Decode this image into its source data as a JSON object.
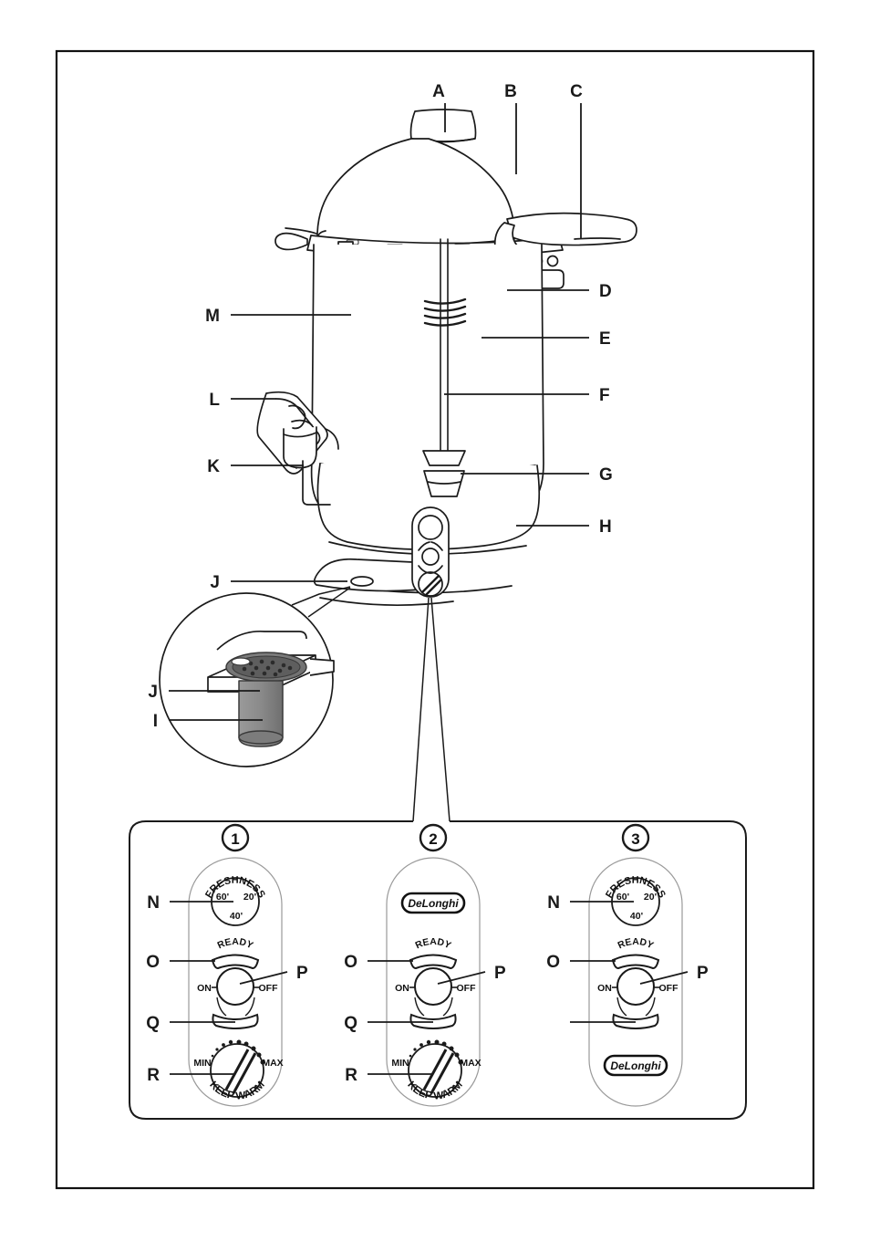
{
  "page": {
    "border": true,
    "background": "#ffffff",
    "ink": "#1a1a1a"
  },
  "appliance_labels": {
    "A": "A",
    "B": "B",
    "C": "C",
    "D": "D",
    "E": "E",
    "F": "F",
    "G": "G",
    "H": "H",
    "I": "I",
    "J": "J",
    "J2": "J",
    "K": "K",
    "L": "L",
    "M": "M"
  },
  "control_panels": [
    {
      "number": "1",
      "has_freshness_dial": true,
      "has_keep_warm_dial": true,
      "has_brand_badge": false,
      "brand": "",
      "freshness": {
        "title": "FRESHNESS",
        "marks": [
          "60'",
          "20'",
          "40'"
        ]
      },
      "ready": {
        "label": "READY"
      },
      "power": {
        "on": "ON",
        "off": "OFF"
      },
      "keep_warm": {
        "title": "KEEP WARM",
        "min": "MIN",
        "max": "MAX"
      },
      "callouts": {
        "N": "N",
        "O": "O",
        "P": "P",
        "Q": "Q",
        "R": "R"
      }
    },
    {
      "number": "2",
      "has_freshness_dial": false,
      "has_keep_warm_dial": true,
      "has_brand_badge": true,
      "brand": "DeLonghi",
      "freshness": {
        "title": "",
        "marks": []
      },
      "ready": {
        "label": "READY"
      },
      "power": {
        "on": "ON",
        "off": "OFF"
      },
      "keep_warm": {
        "title": "KEEP WARM",
        "min": "MIN",
        "max": "MAX"
      },
      "callouts": {
        "N": "",
        "O": "O",
        "P": "P",
        "Q": "Q",
        "R": "R"
      }
    },
    {
      "number": "3",
      "has_freshness_dial": true,
      "has_keep_warm_dial": false,
      "has_brand_badge": true,
      "brand": "DeLonghi",
      "freshness": {
        "title": "FRESHNESS",
        "marks": [
          "60'",
          "20'",
          "40'"
        ]
      },
      "ready": {
        "label": "READY"
      },
      "power": {
        "on": "ON",
        "off": "OFF"
      },
      "keep_warm": {
        "title": "",
        "min": "",
        "max": ""
      },
      "callouts": {
        "N": "N",
        "O": "O",
        "P": "P",
        "Q": "",
        "R": ""
      }
    }
  ]
}
